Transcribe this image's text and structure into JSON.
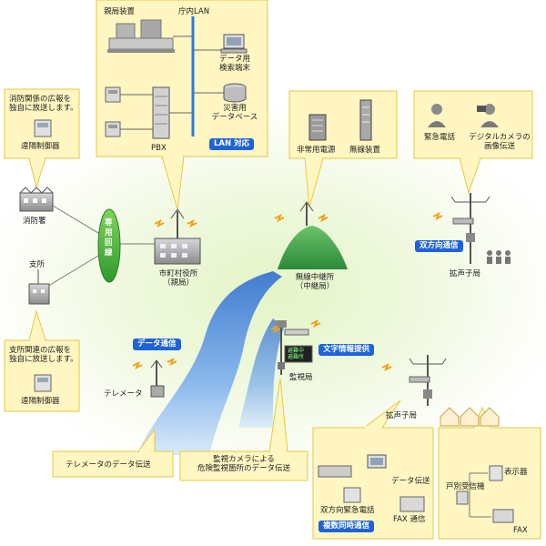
{
  "colors": {
    "box_fill": "#fff6c2",
    "box_border": "#e6c840",
    "badge_blue": "#1f63d8",
    "river_blue": "#4f8fe0",
    "mountain_green": "#37a04c",
    "line_blue": "#2a7be0",
    "wave_orange": "#f2a21a"
  },
  "top_box": {
    "host_unit": "親局装置",
    "lan_title": "庁内LAN",
    "data_terminal": "データ用\n検索端末",
    "disaster_db": "災害用\nデータベース",
    "pbx": "PBX",
    "lan_badge": "LAN 対応"
  },
  "relay_box": {
    "emergency_power": "非常用電源",
    "radio_equipment": "無線装置"
  },
  "rt_box": {
    "emergency_phone": "緊急電話",
    "camera": "デジタルカメラの\n画像伝送"
  },
  "fire_note": {
    "text": "消防関係の広報を\n独自に放送します。",
    "controller": "遠隔制御器"
  },
  "branch_note": {
    "text": "支所関連の広報を\n独自に放送します。",
    "controller": "遠隔制御器"
  },
  "left": {
    "fire_station": "消防署",
    "branch": "支所",
    "dedicated_line": "専用回線"
  },
  "center": {
    "city_hall": "市町村役所\n（親局）",
    "relay_station": "無線中継所\n（中継局）",
    "monitor_station": "監視局",
    "text_info": "文字情報提供",
    "screen_text": "避難中\n避難所"
  },
  "right": {
    "loudspeaker_top": "拡声子局",
    "two_way": "双方向通信",
    "loudspeaker_mid": "拡声子局"
  },
  "telemeter": {
    "label": "テレメータ",
    "badge": "データ通信"
  },
  "bottom": {
    "telemeter_data": "テレメータのデータ伝送",
    "camera_data": "監視カメラによる\n危険監視箇所のデータ伝送"
  },
  "bottom_mid": {
    "data_transfer": "データ伝送",
    "two_way_phone": "双方向緊急電話",
    "fax": "FAX 通信",
    "badge": "複数同時通信"
  },
  "bottom_right": {
    "display": "表示器",
    "receiver": "戸別受信機",
    "fax": "FAX"
  }
}
